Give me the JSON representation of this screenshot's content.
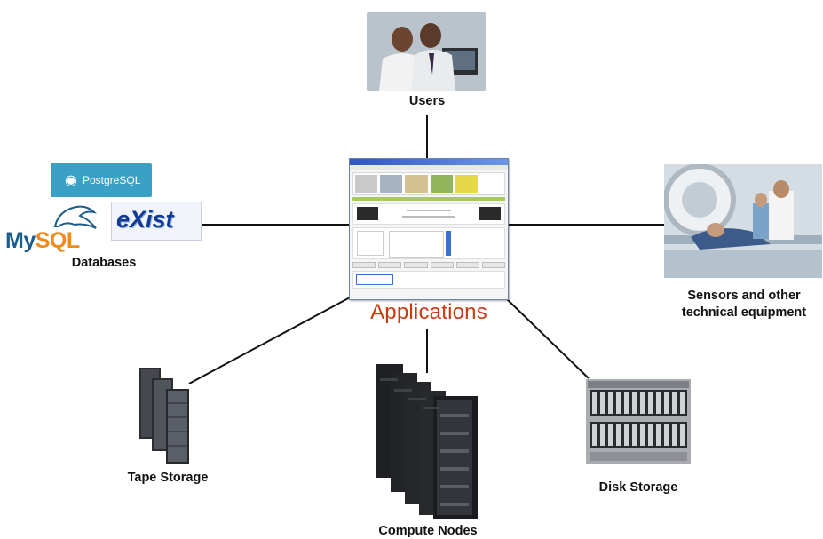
{
  "center": {
    "label": "Applications",
    "color": "#cc3a12"
  },
  "nodes": {
    "users": {
      "label": "Users",
      "icon": "users-photo-icon"
    },
    "sensors": {
      "label_line1": "Sensors and other",
      "label_line2": "technical equipment",
      "icon": "medical-scanner-photo-icon"
    },
    "databases": {
      "label": "Databases",
      "logos": {
        "postgres": "PostgreSQL",
        "mysql_my": "My",
        "mysql_sql": "SQL",
        "exist": "eXist"
      }
    },
    "tape": {
      "label": "Tape Storage",
      "icon": "tape-storage-icon"
    },
    "compute": {
      "label": "Compute Nodes",
      "icon": "server-rack-icon"
    },
    "disk": {
      "label": "Disk Storage",
      "icon": "disk-array-icon"
    }
  }
}
